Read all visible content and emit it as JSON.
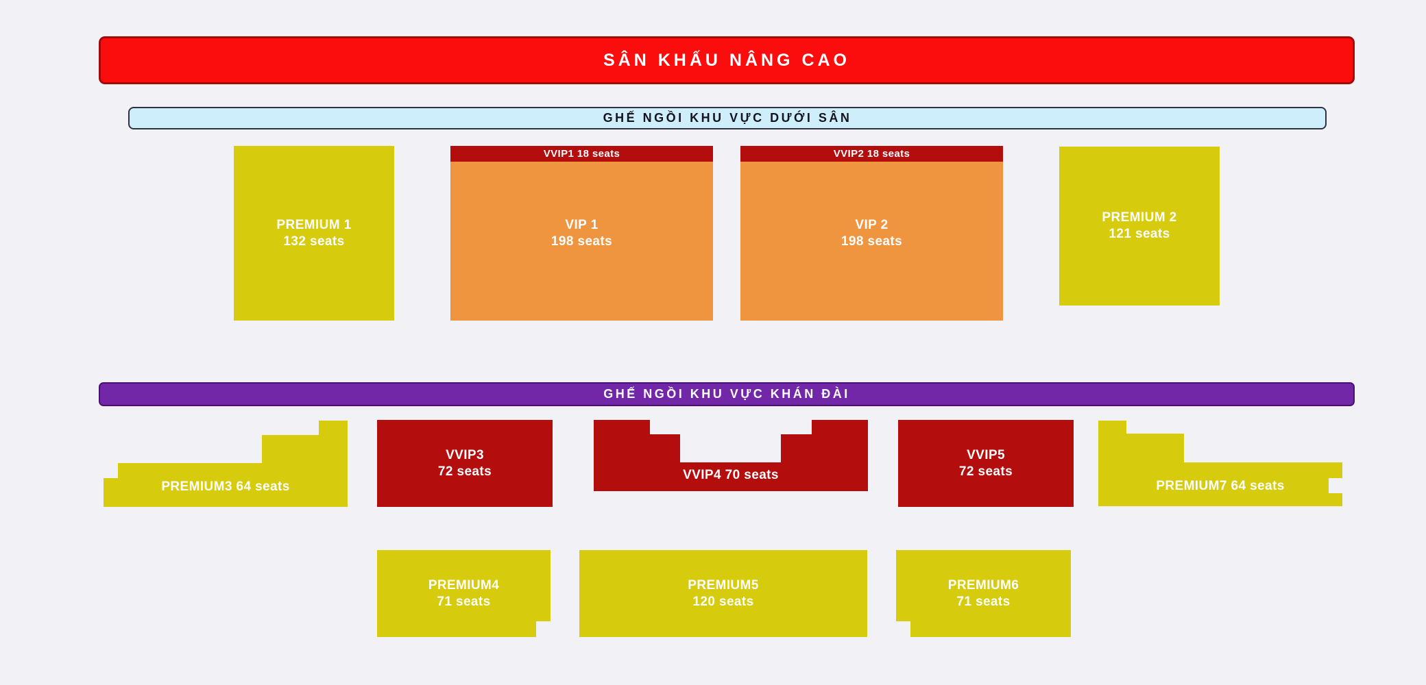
{
  "colors": {
    "bg": "#f2f2f6",
    "stage-red": "#fc0d0d",
    "stage-border": "#a30909",
    "blue-light": "#cfeefb",
    "dark-border": "#2f3040",
    "purple": "#7127a8",
    "purple-border": "#4a1070",
    "yellow": "#d6cb0c",
    "orange": "#f0953f",
    "red-dark": "#b30d0e"
  },
  "banners": {
    "stage": {
      "label": "SÂN KHẤU NÂNG CAO"
    },
    "floor": {
      "label": "GHẾ NGỒI KHU VỰC DƯỚI SÂN"
    },
    "grandstand": {
      "label": "GHẾ NGỒI KHU VỰC KHÁN ĐÀI"
    }
  },
  "floor_zones": {
    "premium1": {
      "name": "PREMIUM 1",
      "seats": "132 seats"
    },
    "vip1": {
      "header": "VVIP1 18 seats",
      "name": "VIP 1",
      "seats": "198 seats"
    },
    "vip2": {
      "header": "VVIP2 18 seats",
      "name": "VIP 2",
      "seats": "198 seats"
    },
    "premium2": {
      "name": "PREMIUM 2",
      "seats": "121 seats"
    }
  },
  "grandstand_zones": {
    "premium3": {
      "label": "PREMIUM3 64 seats"
    },
    "vvip3": {
      "name": "VVIP3",
      "seats": "72 seats"
    },
    "vvip4": {
      "label": "VVIP4 70 seats"
    },
    "vvip5": {
      "name": "VVIP5",
      "seats": "72 seats"
    },
    "premium7": {
      "label": "PREMIUM7 64 seats"
    },
    "premium4": {
      "name": "PREMIUM4",
      "seats": "71 seats"
    },
    "premium5": {
      "name": "PREMIUM5",
      "seats": "120 seats"
    },
    "premium6": {
      "name": "PREMIUM6",
      "seats": "71 seats"
    }
  }
}
